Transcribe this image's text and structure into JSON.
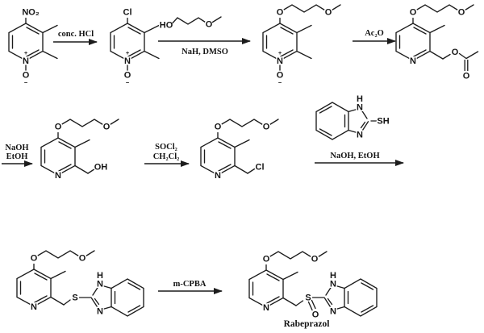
{
  "colors": {
    "ink": "#1c1c1c",
    "background": "#ffffff"
  },
  "atoms": {
    "nitro": "NO₂",
    "chloro": "Cl",
    "nitrogen": "N",
    "oxygen": "O",
    "sulfur": "S",
    "thiol": "SH",
    "hydroxy": "HO",
    "hydroxyl": "OH",
    "hydrogen": "H",
    "plus": "+",
    "minus": "−"
  },
  "steps": {
    "step1": {
      "above": "conc. HCl"
    },
    "step2": {
      "below": "NaH, DMSO"
    },
    "step3": {
      "above": "Ac₂O"
    },
    "step4": {
      "above_line1": "NaOH",
      "above_line2": "EtOH"
    },
    "step5": {
      "above_line1": "SOCl₂",
      "above_line2": "CH₂Cl₂"
    },
    "step6": {
      "above": "NaOH, EtOH"
    },
    "step7": {
      "above": "m-CPBA"
    }
  },
  "product_label": "Rabeprazol"
}
